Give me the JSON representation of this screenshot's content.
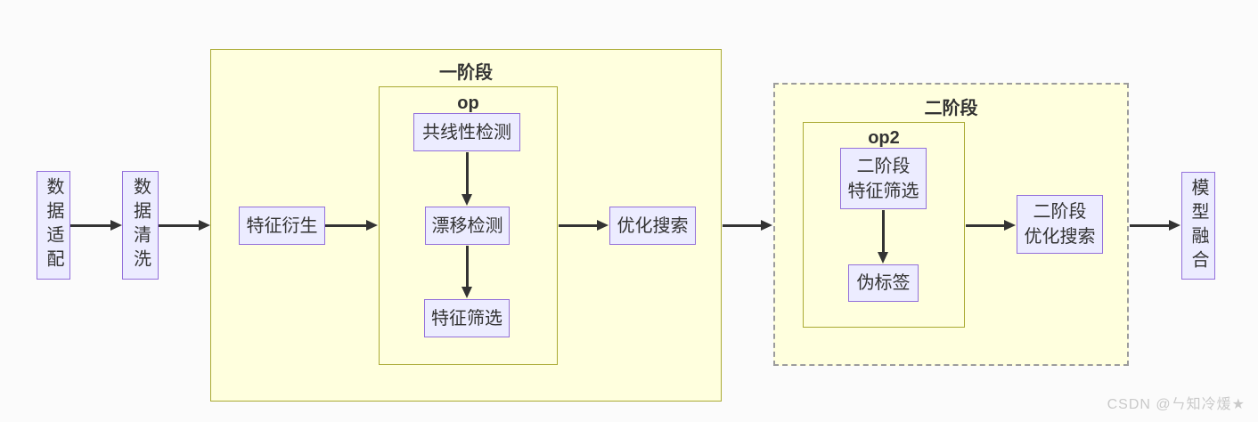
{
  "clusters": {
    "stage1": {
      "title": "一阶段"
    },
    "op": {
      "title": "op"
    },
    "stage2": {
      "title": "二阶段"
    },
    "op2": {
      "title": "op2"
    }
  },
  "nodes": {
    "data_adapt": {
      "label": "数据适配"
    },
    "data_clean": {
      "label": "数据清洗"
    },
    "feature_derive": {
      "label": "特征衍生"
    },
    "collinearity_check": {
      "label": "共线性检测"
    },
    "drift_check": {
      "label": "漂移检测"
    },
    "feature_filter": {
      "label": "特征筛选"
    },
    "opt_search": {
      "label": "优化搜索"
    },
    "stage2_feature_filter": {
      "label": "二阶段\n特征筛选"
    },
    "pseudo_label": {
      "label": "伪标签"
    },
    "stage2_opt_search": {
      "label": "二阶段\n优化搜索"
    },
    "model_fusion": {
      "label": "模型融合"
    }
  },
  "watermark": {
    "text": "CSDN @ㄣ知冷煖★"
  },
  "colors": {
    "background": "#FBFBFB",
    "node_fill": "#ECECFF",
    "node_border": "#9370DB",
    "cluster_fill": "#FFFFDE",
    "cluster_border": "#AAAA33",
    "stage2_dashed_border": "#9C9C9C",
    "arrow": "#333333",
    "text": "#333333",
    "watermark": "#C9C9C9"
  }
}
